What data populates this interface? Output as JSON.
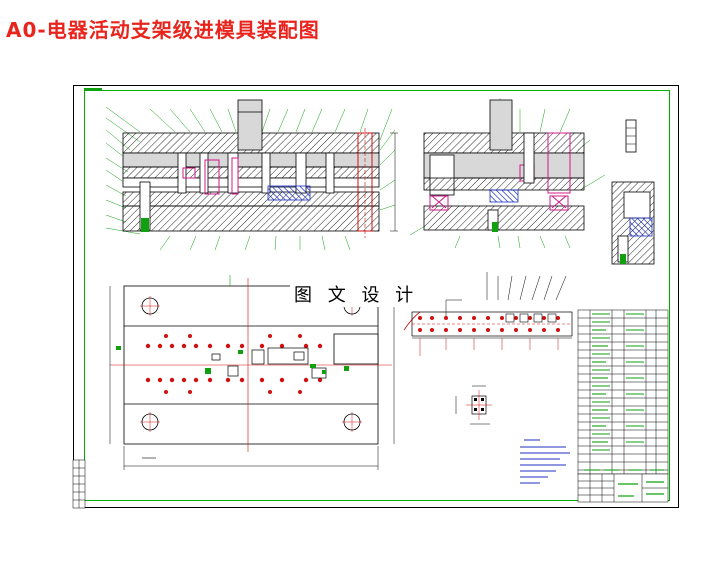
{
  "title": "A0-电器活动支架级进模具装配图",
  "watermark": "图 文 设 计",
  "colors": {
    "title": "#e8241d",
    "outline": "#000000",
    "frame_green": "#00b000",
    "hatch": "#2a2a2a",
    "plate_fill": "#d8d8d8",
    "punch_magenta": "#d0198a",
    "strip_blue": "#1c2fbf",
    "dim_red": "#d01010",
    "dim_green": "#10a010"
  },
  "views": [
    "front-section-view",
    "side-section-view",
    "detail-view",
    "lower-die-plan-view",
    "strip-layout-view",
    "small-part-detail",
    "technical-notes",
    "parts-list-table",
    "title-block"
  ]
}
